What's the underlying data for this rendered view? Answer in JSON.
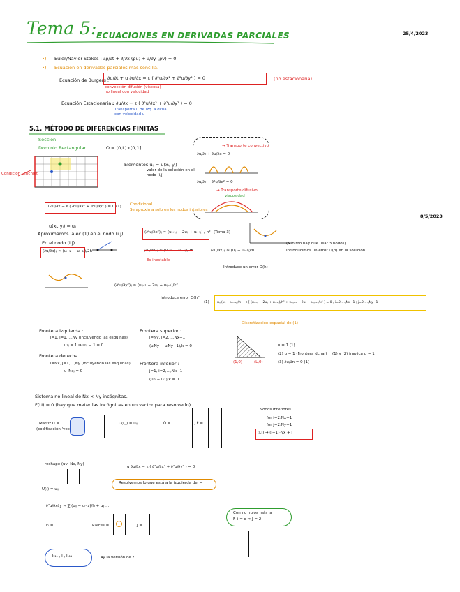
{
  "header": {
    "title": "Tema 5:",
    "subtitle": "ECUACIONES EN DERIVADAS PARCIALES",
    "date1": "25/4/2023",
    "date2": "8/5/2023"
  },
  "intro": {
    "line1": "Euler/Navier-Stokes : ∂ρ/∂t + ∂/∂x (ρu) + ∂/∂y (ρv) = 0",
    "line2": "Ecuación en derivadas parciales más sencilla.",
    "burgers_label": "Ecuación de Burgers :",
    "burgers_eq": "∂u/∂t + u ∂u/∂x = ε ( ∂²u/∂x² + ∂²u/∂y² ) = 0",
    "burgers_note": "(no estacionaria)",
    "conv_note": "convección   difusión (viscosa)",
    "conv_note2": "no lineal con velocidad",
    "stat_label": "Ecuación Estacionaria :",
    "stat_eq": "u ∂u/∂x − ε ( ∂²u/∂x² + ∂²u/∂y² ) = 0",
    "stat_note": "Transporta u de izq. a dcha.",
    "stat_note2": "con velocidad u"
  },
  "section51": {
    "heading": "5.1. MÉTODO DE DIFERENCIAS FINITAS",
    "bullet1": "Sección",
    "bullet2": "Dominio Rectangular",
    "domain": "Ω = [0,L]×[0,1]",
    "elements": "Elementos  uᵢⱼ = u(xᵢ, yⱼ)",
    "elements_note": "valor de la solución en el nodo (i,j)",
    "cond_label": "Condición Dirichlet",
    "eq_main": "u ∂u/∂x − ε ( ∂²u/∂x² + ∂²u/∂y² ) = 0  (1)",
    "eq_note": "Condicional",
    "eq_note2": "Se aproxima solo en los nodos interiores",
    "graph1_eq": "∂u/∂t + ∂u/∂x = 0",
    "graph1_note": "→ Transporte convectivo",
    "graph2_eq": "∂u/∂t − ∂²u/∂x² = 0",
    "graph2_note": "→ Transporte difusivo",
    "graph2_note2": "viscosidad"
  },
  "approx": {
    "line1": "u(xᵢ, yⱼ) = uᵢⱼ",
    "line2": "Aproximamos la ec.(1) en el nodo (i,j)",
    "line3": "En el nodo (i,j)",
    "d2x": "(∂²u/∂x²)ᵢⱼ ≈ (uᵢ₊₁ⱼ − 2uᵢⱼ + uᵢ₋₁ⱼ) / h²",
    "d2x_note": "(Tema 3)",
    "first_order": "(∂u/∂x)ᵢⱼ ≈ (uᵢ₊₁ⱼ − uᵢ₋₁ⱼ)/2h",
    "inestable": "Es inestable",
    "backward": "(∂u/∂x)ᵢⱼ ≈ (uᵢⱼ − uᵢ₋₁ⱼ)/h",
    "backward_note": "(Mínimo hay que usar 3 nodos)",
    "backward_note2": "Introducimos un error O(h) en la solución",
    "error_note": "Introduce un error O(h)",
    "d2y": "(∂²u/∂y²)ᵢⱼ ≈ (uᵢⱼ₊₁ − 2uᵢⱼ + uᵢⱼ₋₁)/k²",
    "d2y_note": "Introduce error O(h²)",
    "discrete_eq": "uᵢⱼ (uᵢⱼ − uᵢ₋₁ⱼ)/h − ε [ (uᵢ₊₁ⱼ − 2uᵢⱼ + uᵢ₋₁ⱼ)/h² + (uᵢⱼ₊₁ − 2uᵢⱼ + uᵢⱼ₋₁)/k² ] = 0 ,  i=2,…,Nx−1 ; j=2,…,Ny−1",
    "discrete_label": "(1)",
    "discretization_note": "Discretización espacial de (1)"
  },
  "boundaries": {
    "left_title": "Frontera izquierda :",
    "left_1": "i=1, j=1,…,Ny (incluyendo las esquinas)",
    "left_2": "u₁ⱼ = 1 ⇒ u₁ⱼ − 1 = 0",
    "right_title": "Frontera derecha :",
    "right_1": "i=Nx, j=1,…,Ny (incluyendo las esquinas)",
    "right_2": "u_Nxⱼ = 0",
    "top_title": "Frontera superior :",
    "top_1": "j=Ny, i=2,…,Nx−1",
    "top_2": "(uᵢNy − uᵢNy−1)/k = 0",
    "bottom_title": "Frontera inferior :",
    "bottom_1": "j=1, i=2,…,Nx−1",
    "bottom_2": "(uᵢ₂ − uᵢ₁)/k = 0",
    "cond1": "u = 1   (1)",
    "cond2": "(2)  u = 1  (Frontera dcha.)",
    "cond3": "(3)  ∂u/∂n = 0  (1)",
    "cond_brace": "(1) y (2) implica u = 1",
    "axis_a": "(1,0)",
    "axis_b": "(L,0)"
  },
  "system": {
    "line1": "Sistema no lineal de Nx × Ny incógnitas.",
    "line2": "F(U) = 0  (hay que meter las incógnitas en un vector para resolverlo)",
    "matrix_label": "Matriz  U =",
    "matrix_note": "(codificación 'vec')",
    "u_label": "U(i,j) = uᵢⱼ",
    "vec_u": "Ū =",
    "vec_f": ", F̄ =",
    "natural_title": "Nodos interiores",
    "natural_1": "for i=2:Nx−1",
    "natural_2": "for j=2:Ny−1",
    "natural_3": "(i,j) → (j−1)·Nx + i"
  },
  "reshape": {
    "line1": "reshape (uv, Nx, Ny)",
    "line2": "U(:) = uᵢⱼ",
    "unsteady_eq": "u ∂u/∂x − ε ( ∂²u/∂x² + ∂²u/∂y² ) = 0",
    "oval_note": "Resolvemos lo que está a la izquierda del =",
    "disc_eq": "∂²u/∂x∂y ≈ ∑ (uᵢⱼ − uᵢ₋₁ⱼ)/h + uᵢⱼ ...",
    "vec_label": "Fᵢ =",
    "roots_label": "Raíces =",
    "jac_label": "J =",
    "green_note": "Con no nulos más la",
    "green_note2": "F_i = o  ⇒  J = 2",
    "bottom_eq": "−I₁₁₁ , Ī , Ī₁₁₁",
    "bottom_note": "Ay la versión de ?"
  }
}
